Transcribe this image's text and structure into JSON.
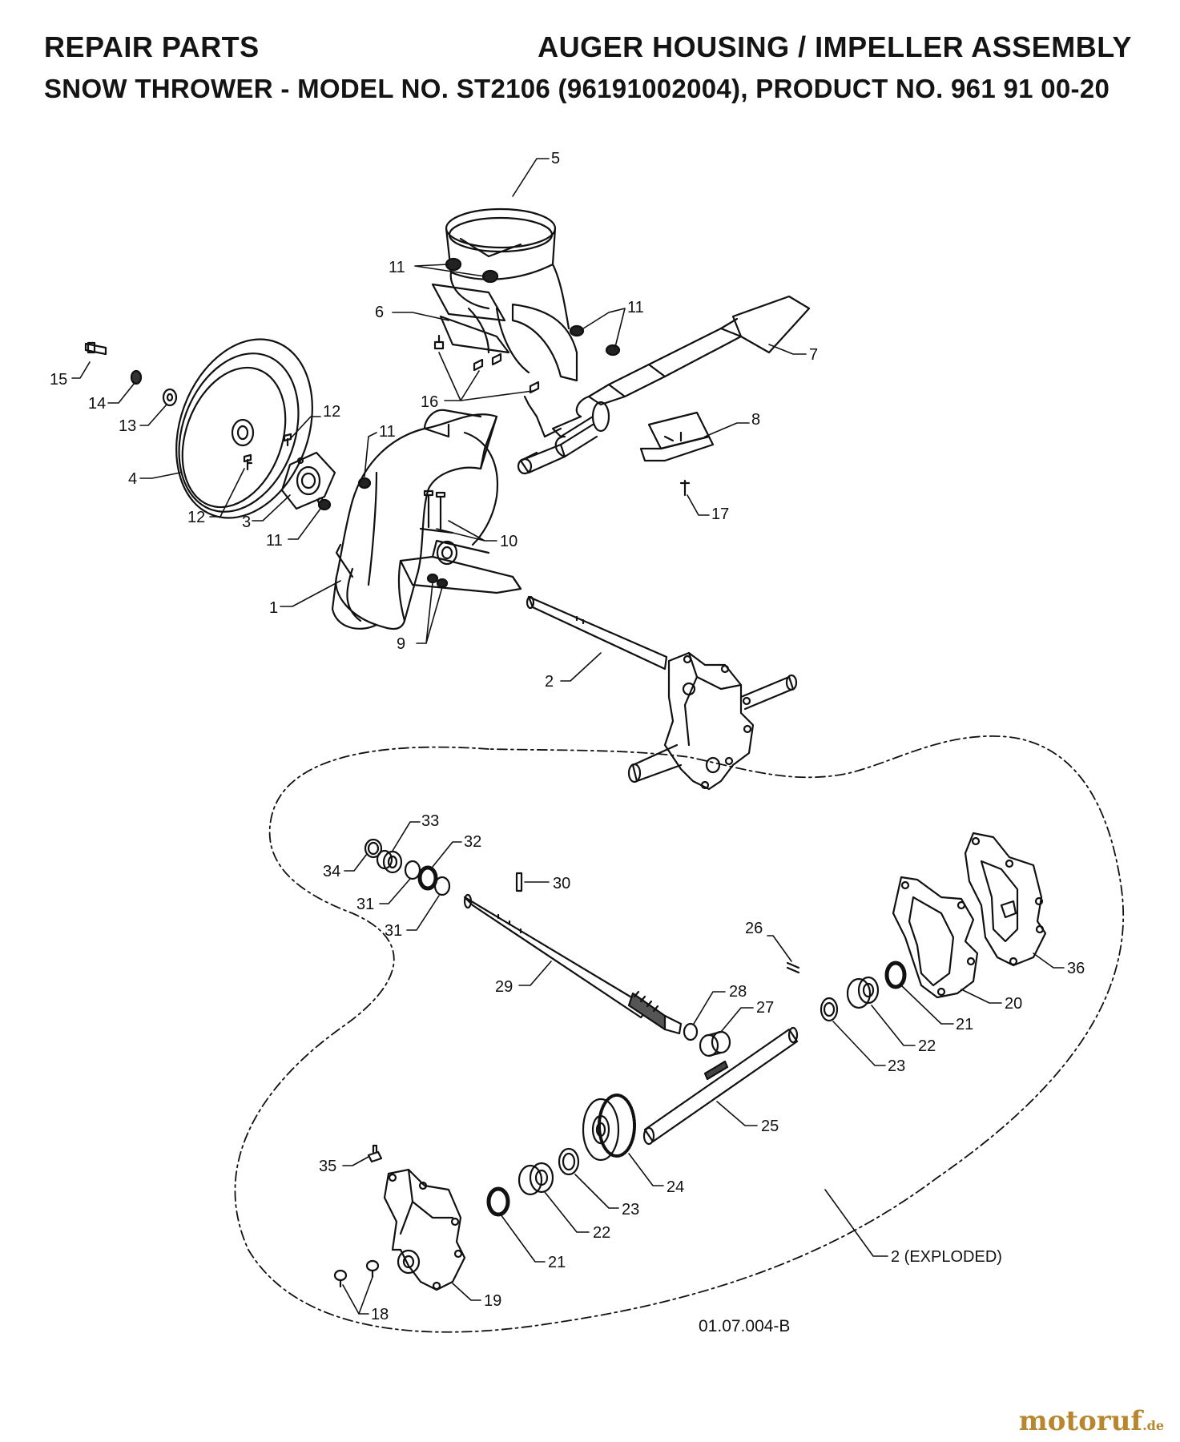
{
  "header": {
    "left_title": "REPAIR PARTS",
    "right_title": "AUGER HOUSING / IMPELLER ASSEMBLY",
    "subtitle_prefix": "SNOW THROWER - MODEL NO. ",
    "model": "ST2106",
    "subtitle_suffix": " (96191002004), PRODUCT NO. 961 91 00-20"
  },
  "callouts": {
    "c1": "1",
    "c2": "2",
    "c3": "3",
    "c4": "4",
    "c5": "5",
    "c6": "6",
    "c7": "7",
    "c8": "8",
    "c9": "9",
    "c10": "10",
    "c11a": "11",
    "c11b": "11",
    "c11c": "11",
    "c11d": "11",
    "c12a": "12",
    "c12b": "12",
    "c13": "13",
    "c14": "14",
    "c15": "15",
    "c16": "16",
    "c17": "17",
    "c18": "18",
    "c19": "19",
    "c20": "20",
    "c21a": "21",
    "c21b": "21",
    "c22a": "22",
    "c22b": "22",
    "c23a": "23",
    "c23b": "23",
    "c24": "24",
    "c25": "25",
    "c26": "26",
    "c27": "27",
    "c28": "28",
    "c29": "29",
    "c30": "30",
    "c31a": "31",
    "c31b": "31",
    "c32": "32",
    "c33": "33",
    "c34": "34",
    "c35": "35",
    "c36": "36",
    "c2exploded": "2 (EXPLODED)"
  },
  "drawing_ref": "01.07.004-B",
  "watermark": {
    "main": "motoruf",
    "suffix": ".de"
  }
}
